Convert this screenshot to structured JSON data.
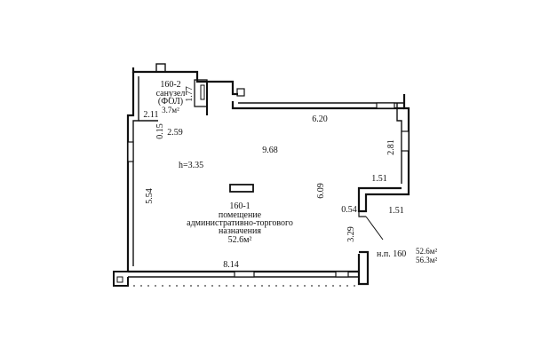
{
  "wc_room": {
    "number": "160-2",
    "name": "санузел",
    "tag": "(ФОЛ)",
    "area": "3.7м²"
  },
  "main_room": {
    "number": "160-1",
    "line1": "помещение",
    "line2": "административно-торгового",
    "line3": "назначения",
    "area": "52.6м²",
    "height": "h=3.35"
  },
  "dimensions": {
    "d_1_77": "1.77",
    "d_2_11": "2.11",
    "d_0_15": "0.15",
    "d_2_59": "2.59",
    "d_6_20": "6.20",
    "d_9_68": "9.68",
    "d_2_81": "2.81",
    "d_1_51_a": "1.51",
    "d_6_09": "6.09",
    "d_5_54": "5.54",
    "d_0_54": "0.54",
    "d_1_51_b": "1.51",
    "d_3_29": "3.29",
    "d_8_14": "8.14"
  },
  "summary": {
    "unit": "н.п. 160",
    "area_1": "52.6м²",
    "area_2": "56.3м²"
  }
}
